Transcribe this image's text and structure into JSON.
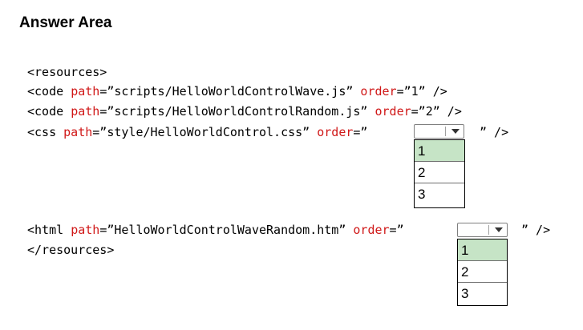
{
  "title": "Answer Area",
  "lines": {
    "resources_open": "<resources>",
    "code1": {
      "prefix": "<code ",
      "path_attr": "path",
      "path_value": "=”scripts/HelloWorldControlWave.js” ",
      "order_attr": "order",
      "order_value": "=”1” />"
    },
    "code2": {
      "prefix": "<code ",
      "path_attr": "path",
      "path_value": "=”scripts/HelloWorldControlRandom.js” ",
      "order_attr": "order",
      "order_value": "=”2” />"
    },
    "css": {
      "prefix": "<css ",
      "path_attr": "path",
      "path_value": "=”style/HelloWorldControl.css” ",
      "order_attr": "order",
      "order_value": "=”",
      "suffix": "” />"
    },
    "html": {
      "prefix": "<html ",
      "path_attr": "path",
      "path_value": "=”HelloWorldControlWaveRandom.htm” ",
      "order_attr": "order",
      "order_value": "=”",
      "suffix": "” />"
    },
    "resources_close": "</resources>"
  },
  "dropdowns": {
    "css_order": {
      "value": "",
      "options": [
        "1",
        "2",
        "3"
      ],
      "highlighted": "1"
    },
    "html_order": {
      "value": "",
      "options": [
        "1",
        "2",
        "3"
      ],
      "highlighted": "1"
    }
  },
  "colors": {
    "attribute": "#d01818",
    "highlight": "#c6e4c6"
  }
}
